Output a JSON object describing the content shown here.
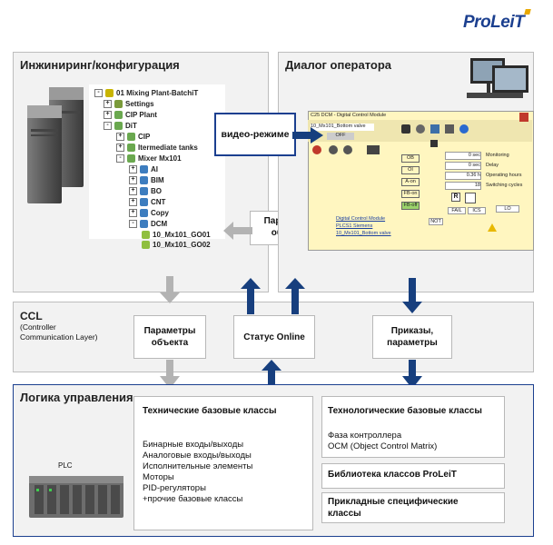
{
  "logo": {
    "text": "ProLeiT"
  },
  "panels": {
    "engineering": {
      "title": "Инжиниринг/конфигурация"
    },
    "operator": {
      "title": "Диалог оператора"
    },
    "ccl": {
      "title": "CCL",
      "subtitle_line1": "(Controller",
      "subtitle_line2": "Communication Layer)"
    },
    "logic": {
      "title": "Логика управления"
    }
  },
  "tree": {
    "root": "01 Mixing Plant-BatchiT",
    "items": [
      "Settings",
      "CIP Plant",
      "DiT",
      "CIP",
      "Itermediate tanks",
      "Mixer Mx101",
      "AI",
      "BIM",
      "BO",
      "CNT",
      "Copy",
      "DCM",
      "10_Mx101_GO01",
      "10_Mx101_GO02"
    ]
  },
  "labels": {
    "video_mode": "видео-режиме",
    "object_params_line1": "Параметры",
    "object_params_line2": "объекта",
    "ccl_params_line1": "Параметры",
    "ccl_params_line2": "объекта",
    "status_online": "Статус Online",
    "commands_line1": "Приказы,",
    "commands_line2": "параметры"
  },
  "dcm": {
    "window_title": "C25 DCM - Digital Control Module",
    "object_name": "10_Mx101_Bottom valve",
    "state": "OFF",
    "inputs": [
      "OB",
      "OI",
      "A-on",
      "FB-on",
      "FB-off"
    ],
    "values": [
      "0 sec",
      "0 sec",
      "0.36 h",
      "18"
    ],
    "value_labels": [
      "Monitoring",
      "Delay",
      "Operating hours",
      "Switching cycles"
    ],
    "buttons": [
      "R"
    ],
    "flags": [
      "FAIL",
      "ICS",
      "LO",
      "NOT"
    ],
    "links": [
      "Digital Control Module",
      "PLCS1 Siemens",
      "10_Mx101_Bottom valve"
    ]
  },
  "tech_classes": {
    "title": "Технические базовые классы",
    "items": [
      "Бинарные входы/выходы",
      "Аналоговые входы/выходы",
      "Исполнительные элементы",
      "Моторы",
      "PID-регуляторы",
      "+прочие базовые классы"
    ]
  },
  "technology_classes": {
    "title": "Технологические базовые классы",
    "items": [
      "Фаза контроллера",
      "OCM (Object Control Matrix)"
    ]
  },
  "library": {
    "title": "Библиотека классов ProLeiT"
  },
  "applied": {
    "title_line1": "Прикладные специфические",
    "title_line2": "классы"
  },
  "plc": {
    "label": "PLC"
  },
  "colors": {
    "brand_blue": "#1b3f8f",
    "arrow_grey": "#b3b3b3",
    "arrow_blue": "#173f7e",
    "panel_bg": "#f2f2f2",
    "screen_yellow": "#fff6c0"
  }
}
